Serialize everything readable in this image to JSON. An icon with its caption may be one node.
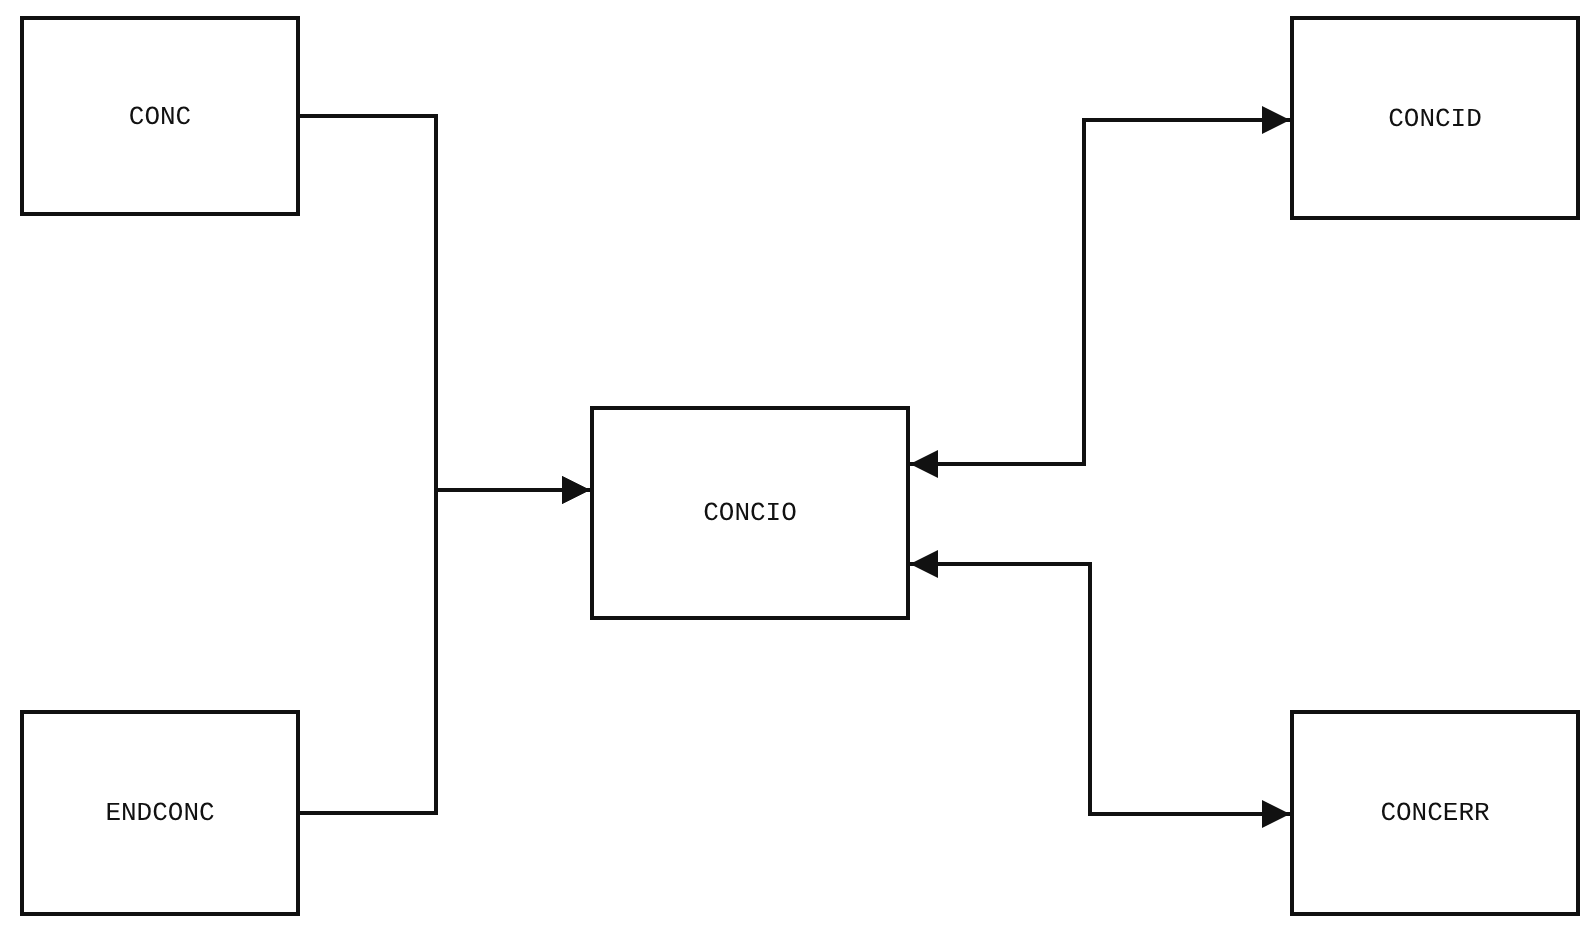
{
  "diagram": {
    "nodes": [
      {
        "text": [
          "CONC"
        ]
      },
      {
        "text": [
          "ENDCONC"
        ]
      },
      {
        "text": [
          "CONCIO"
        ]
      },
      {
        "text": [
          "CONCID"
        ]
      },
      {
        "text": [
          "CONCERR"
        ]
      }
    ],
    "edges": [
      {
        "from": 0,
        "to": 2,
        "arrow": "to"
      },
      {
        "from": 1,
        "to": 2,
        "arrow": "to"
      },
      {
        "from": 2,
        "to": 3,
        "arrow": "both"
      },
      {
        "from": 2,
        "to": 4,
        "arrow": "both"
      }
    ]
  }
}
